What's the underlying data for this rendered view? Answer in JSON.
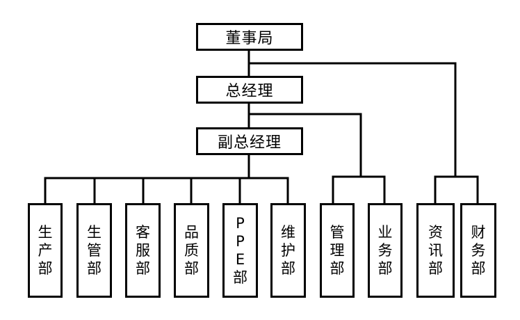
{
  "board": "董事局",
  "gm": "总经理",
  "vgm": "副总经理",
  "departments": [
    "生产部",
    "生管部",
    "客服部",
    "品质部",
    "PPE部",
    "维护部",
    "管理部",
    "业务部",
    "资讯部",
    "财务部"
  ]
}
